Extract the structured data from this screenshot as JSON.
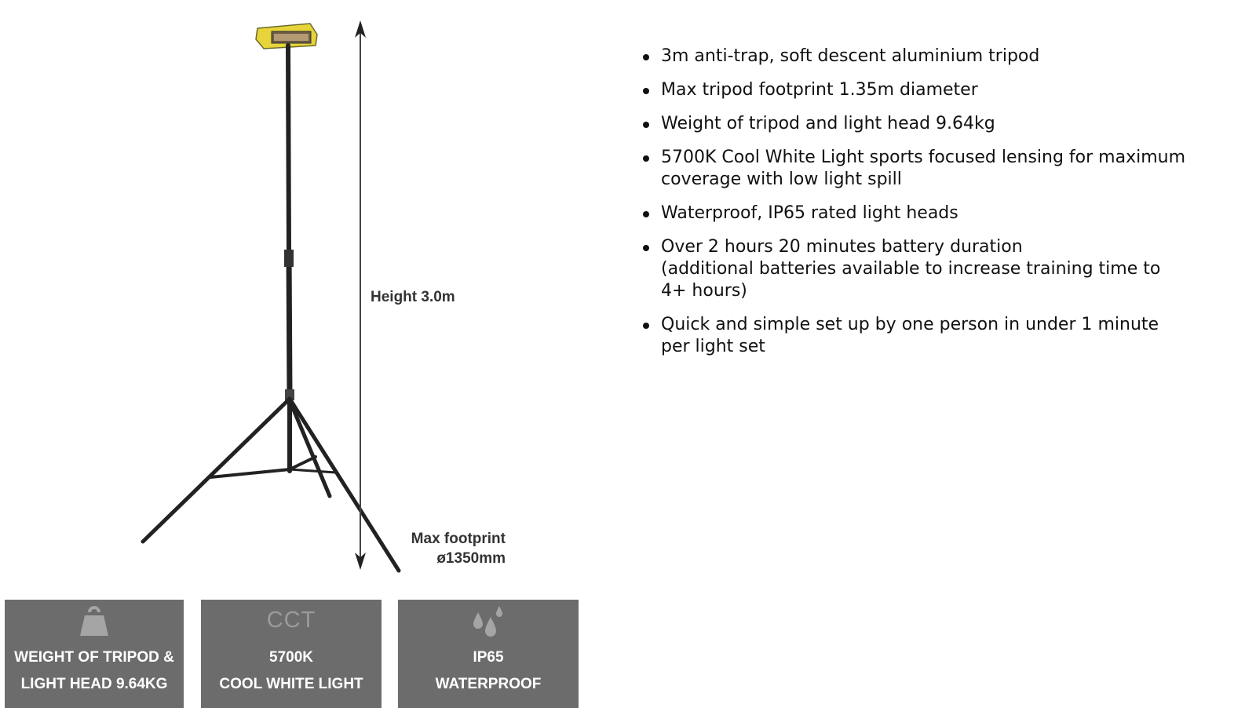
{
  "figure": {
    "height_label": "Height 3.0m",
    "footprint_label_line1": "Max footprint",
    "footprint_label_line2": "ø1350mm"
  },
  "tiles": [
    {
      "icon": "weight-icon",
      "line1": "WEIGHT OF TRIPOD &",
      "line2": "LIGHT HEAD 9.64KG"
    },
    {
      "icon_text": "CCT",
      "line1": "5700K",
      "line2": "COOL WHITE LIGHT"
    },
    {
      "icon": "water-drops-icon",
      "line1": "IP65",
      "line2": "WATERPROOF"
    }
  ],
  "features": [
    {
      "lines": [
        "3m anti-trap, soft descent aluminium tripod"
      ]
    },
    {
      "lines": [
        "Max tripod footprint 1.35m diameter"
      ]
    },
    {
      "lines": [
        "Weight of tripod and light head 9.64kg"
      ]
    },
    {
      "lines": [
        "5700K Cool White Light sports focused lensing for maximum",
        "coverage with low light spill"
      ]
    },
    {
      "lines": [
        "Waterproof, IP65 rated light heads"
      ]
    },
    {
      "lines": [
        "Over 2 hours 20 minutes battery duration",
        "(additional batteries available to increase training time to",
        "4+ hours)"
      ]
    },
    {
      "lines": [
        "Quick and simple set up by one person in under 1 minute",
        "per light set"
      ]
    }
  ],
  "colors": {
    "tile_background": "#6c6c6c",
    "light_head": "#e6d43a",
    "tripod": "#222222"
  }
}
